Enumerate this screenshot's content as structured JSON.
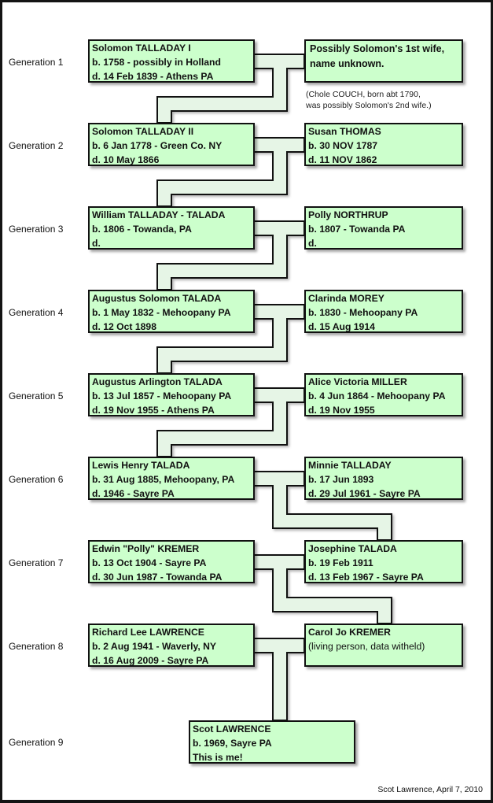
{
  "credit": "Scot Lawrence, April 7, 2010",
  "colors": {
    "box_fill": "#ccffcc",
    "connector_fill": "#e6f5e6",
    "border": "#111111"
  },
  "generations": [
    {
      "label": "Generation 1",
      "left": {
        "name": "Solomon TALLADAY I",
        "born": "b. 1758 - possibly in Holland",
        "died": "d. 14 Feb 1839 - Athens PA"
      },
      "right": {
        "name": "Possibly Solomon's 1st wife,",
        "born": "name unknown.",
        "died": ""
      },
      "note": [
        "(Chole COUCH, born abt 1790,",
        "was possibly Solomon's 2nd wife.)"
      ]
    },
    {
      "label": "Generation 2",
      "left": {
        "name": "Solomon TALLADAY II",
        "born": "b. 6 Jan 1778 - Green Co. NY",
        "died": "d. 10 May 1866"
      },
      "right": {
        "name": "Susan THOMAS",
        "born": "b. 30 NOV 1787",
        "died": "d. 11 NOV 1862"
      }
    },
    {
      "label": "Generation 3",
      "left": {
        "name": "William TALLADAY - TALADA",
        "born": "b. 1806 - Towanda, PA",
        "died": "d."
      },
      "right": {
        "name": "Polly NORTHRUP",
        "born": "b. 1807 - Towanda PA",
        "died": "d."
      }
    },
    {
      "label": "Generation 4",
      "left": {
        "name": "Augustus Solomon TALADA",
        "born": "b. 1 May 1832 - Mehoopany PA",
        "died": "d. 12 Oct 1898"
      },
      "right": {
        "name": "Clarinda MOREY",
        "born": "b. 1830 - Mehoopany PA",
        "died": "d. 15 Aug 1914"
      }
    },
    {
      "label": "Generation 5",
      "left": {
        "name": "Augustus Arlington TALADA",
        "born": "b. 13 Jul 1857 - Mehoopany PA",
        "died": "d. 19 Nov 1955 - Athens PA"
      },
      "right": {
        "name": "Alice Victoria MILLER",
        "born": "b. 4 Jun 1864 - Mehoopany PA",
        "died": "d. 19 Nov 1955"
      }
    },
    {
      "label": "Generation 6",
      "left": {
        "name": "Lewis Henry TALADA",
        "born": "b. 31 Aug 1885, Mehoopany, PA",
        "died": "d. 1946 - Sayre PA"
      },
      "right": {
        "name": "Minnie TALLADAY",
        "born": "b. 17 Jun 1893",
        "died": "d. 29 Jul 1961 - Sayre PA"
      }
    },
    {
      "label": "Generation 7",
      "left": {
        "name": "Edwin \"Polly\" KREMER",
        "born": "b. 13 Oct 1904 - Sayre PA",
        "died": "d. 30 Jun 1987 - Towanda PA"
      },
      "right": {
        "name": "Josephine TALADA",
        "born": "b. 19 Feb 1911",
        "died": "d. 13 Feb 1967 - Sayre PA"
      }
    },
    {
      "label": "Generation 8",
      "left": {
        "name": "Richard Lee LAWRENCE",
        "born": "b. 2 Aug 1941 - Waverly, NY",
        "died": "d. 16 Aug 2009 - Sayre PA"
      },
      "right": {
        "name": "Carol Jo KREMER",
        "born": "(living person, data witheld)",
        "died": ""
      }
    },
    {
      "label": "Generation 9",
      "center": {
        "name": "Scot LAWRENCE",
        "born": "b.  1969, Sayre PA",
        "died": "This is me!"
      }
    }
  ]
}
